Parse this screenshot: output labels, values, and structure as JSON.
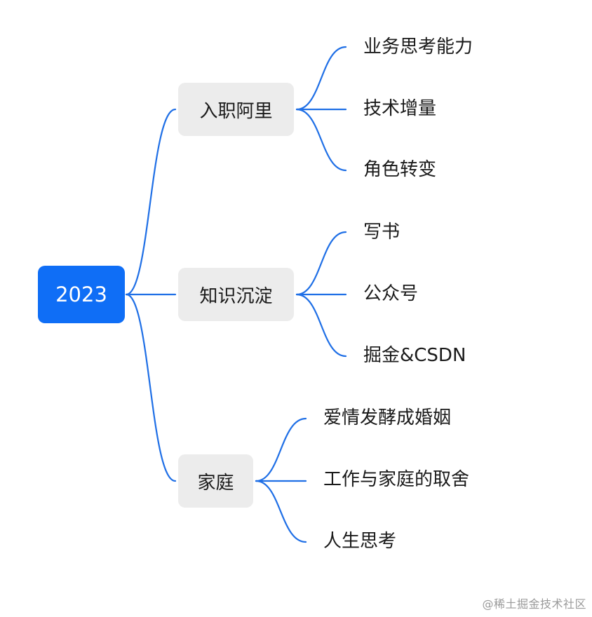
{
  "root": {
    "label": "2023"
  },
  "branches": [
    {
      "label": "入职阿里",
      "children": [
        {
          "label": "业务思考能力"
        },
        {
          "label": "技术增量"
        },
        {
          "label": "角色转变"
        }
      ]
    },
    {
      "label": "知识沉淀",
      "children": [
        {
          "label": "写书"
        },
        {
          "label": "公众号"
        },
        {
          "label": "掘金&CSDN"
        }
      ]
    },
    {
      "label": "家庭",
      "children": [
        {
          "label": "爱情发酵成婚姻"
        },
        {
          "label": "工作与家庭的取舍"
        },
        {
          "label": "人生思考"
        }
      ]
    }
  ],
  "colors": {
    "root_fill": "#0f6ef6",
    "branch_fill": "#ececec",
    "connector": "#1f6fe6",
    "text": "#1a1a1a"
  },
  "watermark": "@稀土掘金技术社区"
}
